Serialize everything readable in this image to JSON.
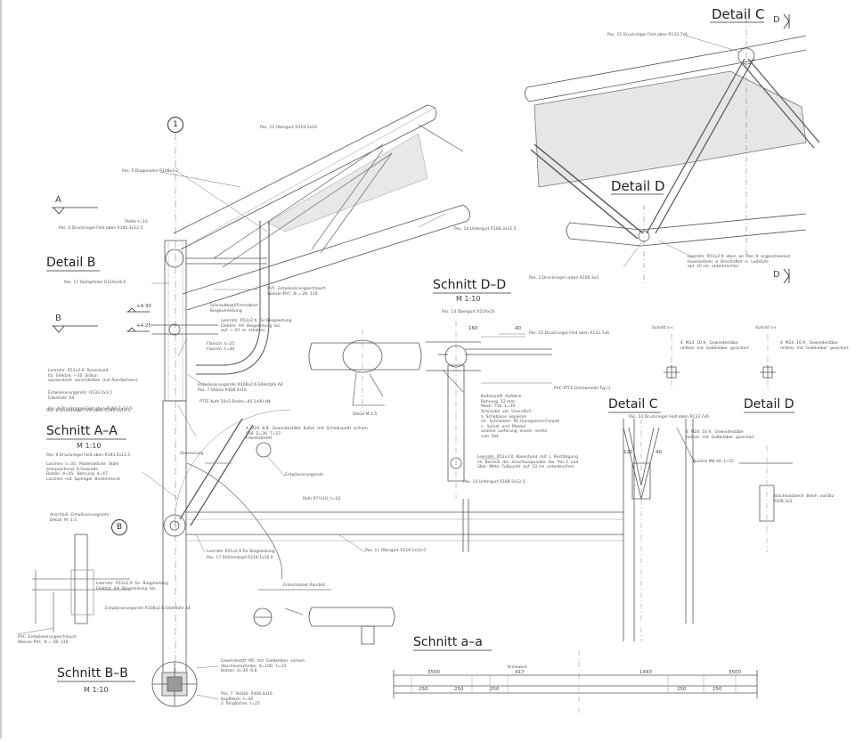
{
  "titles": {
    "detail_c_top": "Detail C",
    "detail_d_top": "Detail D",
    "detail_b": "Detail B",
    "schnitt_dd": "Schnitt D–D",
    "schnitt_aa": "Schnitt A–A",
    "detail_c_small": "Detail C",
    "detail_d_small": "Detail D",
    "schnitt_bb": "Schnitt B–B",
    "schnitt_a_small": "Schnitt a–a"
  },
  "scales": {
    "dd": "M 1:10",
    "aa": "M 1:10",
    "bb": "M 1:10"
  },
  "markers": {
    "grid_1": "1",
    "grid_b": "B",
    "section_a": "A",
    "section_b": "B",
    "section_d_top": "D",
    "section_d_mid": "D"
  },
  "levels": {
    "upper": "+4.30",
    "lower": "+4.25"
  },
  "notes": {
    "pos15_top": "Pos. 15  Druckriegel  Feld  oben  R133.7x6",
    "pos12": "Pos. 12   Obergurt   R219.1x10",
    "pos5": "Pos. 5  Diagonalen  R108x3.2",
    "pos14": "Pos. 14  Untergurt  R168.3x12.5",
    "platte": "Platte  t=10",
    "pos6": "Pos. 6  Druckriegel  Feld  oben  R160.3x12.5",
    "pos17": "Pos. 17  Stützpfeiler  R219x16.0",
    "pvc_main": "PVC  Entwässerungsschlauch\nWasser-PVC  N = 28  110",
    "schraube": "Schraubkopf/Fremdwort\nBiegeumleitung",
    "leerrohr": "Leerrohr  R51x2.6  für Biegeleitung\nElektrik  AA  Biegeleitung  bis\nauf  ~ 20  m  erhalten",
    "pos2_d": "Pos. 2  Druckriegel  unten  R168.3x5",
    "leerrohr_right": "Leerrohr  R51x2.9  eben  an  Pos. 9  angeschweisst\nHuelsenbohr  ø  Beschriftet  in  Leitstufe\nauf  10 cm  unterbrochen",
    "ueberrohr": "Leerrohr  R51x2.6  Rosentund\nfür  Elektrik  ~30  Silikon\nwasserdicht  verschließen  (Lot Rundachsen)",
    "pos16": "Pos. 6  Druckriegel  Feld  oben  R160.3x12.5",
    "entwaesserung_2": "Entwässerungsrohr  R108x2.6  Edelstahl  A4",
    "pos7": "Pos. 7  Stütze  R406.4x16",
    "flansch": "Flansch  t=25\nFlansch  t=40",
    "zwischen": "Entwässerungsrohr  R133.2x3.5\nEdelstahl  A4",
    "pos13_dd": "Pos. 13  Obergurt  R219x10",
    "pos15_dd": "Pos. 15  Druckriegel  Feld  oben  R133.7x6",
    "pvc_pfd": "PVC-PTFE  Gleitlamelle  Typ II",
    "kederprofil": "Kederprofil  Aufdeck\nBohrung  12 mm\nMesh  T16, 1=30\nSchraube  vor  Unendlich\na  Schablone  kopieren\nch.  Schrauben  PE-Gussgummi-Conjult\nc.  Schuh  und  Mantel\nanleine  Lieferung  einem  rechts\nrum  Rat",
    "dd_bottom": "Leerrohr  R51x2.0  Rosentund  mit  L  Bestätigung\nim  Bereich  der  Anschlusspunkte  der  Pos 3  und\nüber  Mitte  Fußpunkt  auf  10 cm  unterbrochen",
    "pos14_dd": "Pos. 14  Untergurt  R168.3x12.5",
    "schnitt_ss_l": "Schnitt  s-s",
    "schnitt_ss_r": "Schnitt  s-s",
    "m24_left": "4  M24  10.9,  Gewindestäbe\nmittels  mit  Gelbkleber  gesichert",
    "m24_right": "4  M24  10.9,  Gewindestäbe\nmittels  mit  Gelbkleber  gesichert",
    "m24_detc": "4  M24  10.9,  Gewindestäbe\nmittels  mit  Gelbkleber  gesichert",
    "pos14_detc": "Pos. 14  Druckriegel  Feld  oben  R133.7x6",
    "buchse": "Buchse  M6  40,  t=25",
    "blech": "Abschlussblech  Blech  vorlätz\nR168.3x5",
    "detail_a": "Detail  M  1:5",
    "pos8_aa": "Pos. 8  Druckriegel  Feld  oben  R193.5x12.5",
    "pos9_aa": "Pos. 9  Druckriegel  Feld  oben  R193.5x12.5",
    "ptfe_aa": "PTFE  Kufe  50x5  Breite=40  2x90  kN",
    "m24_aa": "4  M24  8.8,  Gewindestäbe  Kufen  mit  Scheibspaltl  sichern\nSS6  Z=36  T=27\nEdelstahlstift",
    "gleitlager": "Abmessung",
    "laschen": "Laschen  t=30,  Materialdicke  Stahl\nentsprechend  S-Gewinde\nBolzen  d=45,  Bohrung  d=47\nLaschen  mit  Splintgel  Bestimmerst",
    "entw_aa": "Entwässerungsrohr",
    "rohr": "Rohr  R??x10,  t=10",
    "pos11": "Pos. 11  Obergurt  R219.1x10.0",
    "leerrohr_aa": "Leerrohr  R51x2.9  für  Biegeleitung",
    "pos17_aa": "Pos. 17  Stützenkopf  R219.1x10.0",
    "anschluss": "Anschluß  Entwässerungsrohr\nDetail  M  1:5",
    "leerrohr_b": "Leerrohr  R51x2.9  für  Biegeleitung\nElektrik  AA  Biegeleitung  bis",
    "entw_b": "Entwässerungsrohr  R108x2.6  Edelstahl  A4",
    "pvc_b": "PVC  Entwässerungsschlauch\nWasser-PVC  N = 28  110",
    "entschaeumer": "Entschalmet  Randlot",
    "bb_notes": "Gewindestift  M5  mit  Gelbkleber  sichern\nAbschlussscheibe  d=100,  t=15\nBolzen  d=30  8.8",
    "pos7_bb": "Pos. 7  Stütze  R406.4x16\nKopfblech  t=40\n2  Ringlöcher  t=25",
    "kreiswerk": "Kreiswerk"
  },
  "dimensions": {
    "a_values": [
      "3500",
      "417",
      "1443",
      "3500"
    ],
    "a_sub": [
      "250",
      "250",
      "250",
      "250",
      "250"
    ],
    "dd_dims": [
      "160",
      "40"
    ],
    "det_c_dims": [
      "120",
      "40"
    ]
  }
}
